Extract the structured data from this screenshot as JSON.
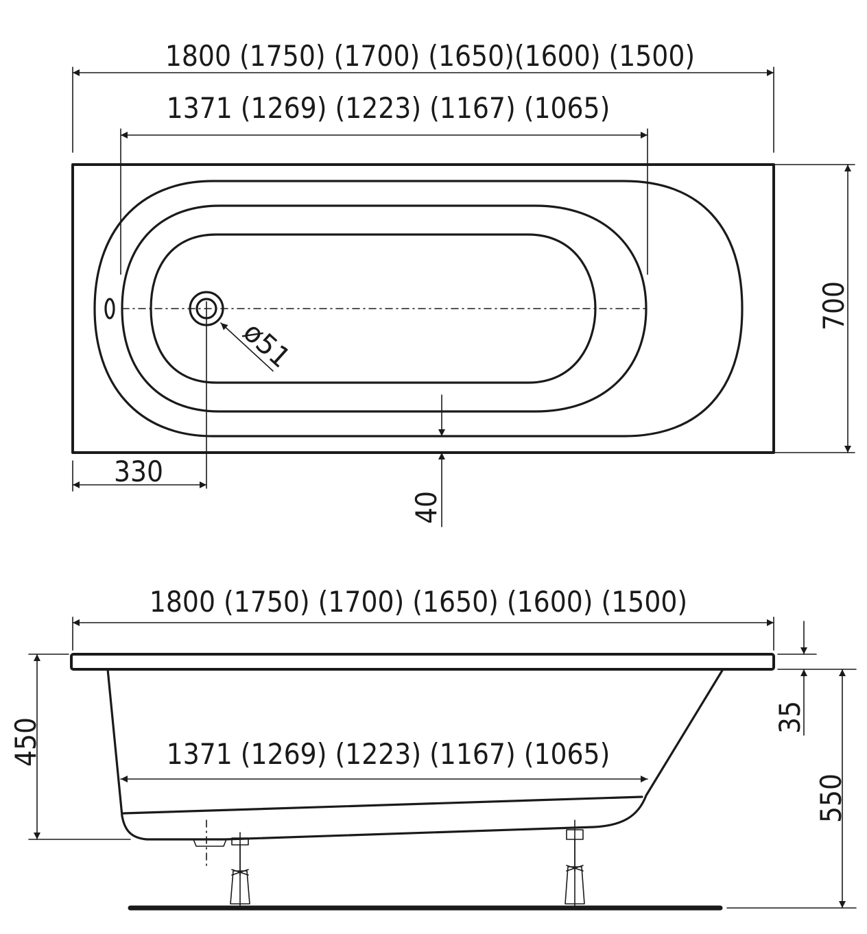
{
  "top_view": {
    "overall_length": "1800 (1750) (1700) (1650)(1600) (1500)",
    "inner_length": "1371 (1269) (1223) (1167) (1065)",
    "width": "700",
    "drain_offset": "330",
    "rim_offset": "40",
    "drain_diameter": "ø51"
  },
  "side_view": {
    "overall_length": "1800 (1750) (1700) (1650) (1600) (1500)",
    "inner_length": "1371 (1269) (1223) (1167) (1065)",
    "depth": "450",
    "rim_thickness": "35",
    "total_height": "550"
  },
  "colors": {
    "line": "#1a1a1a",
    "background": "#ffffff"
  }
}
